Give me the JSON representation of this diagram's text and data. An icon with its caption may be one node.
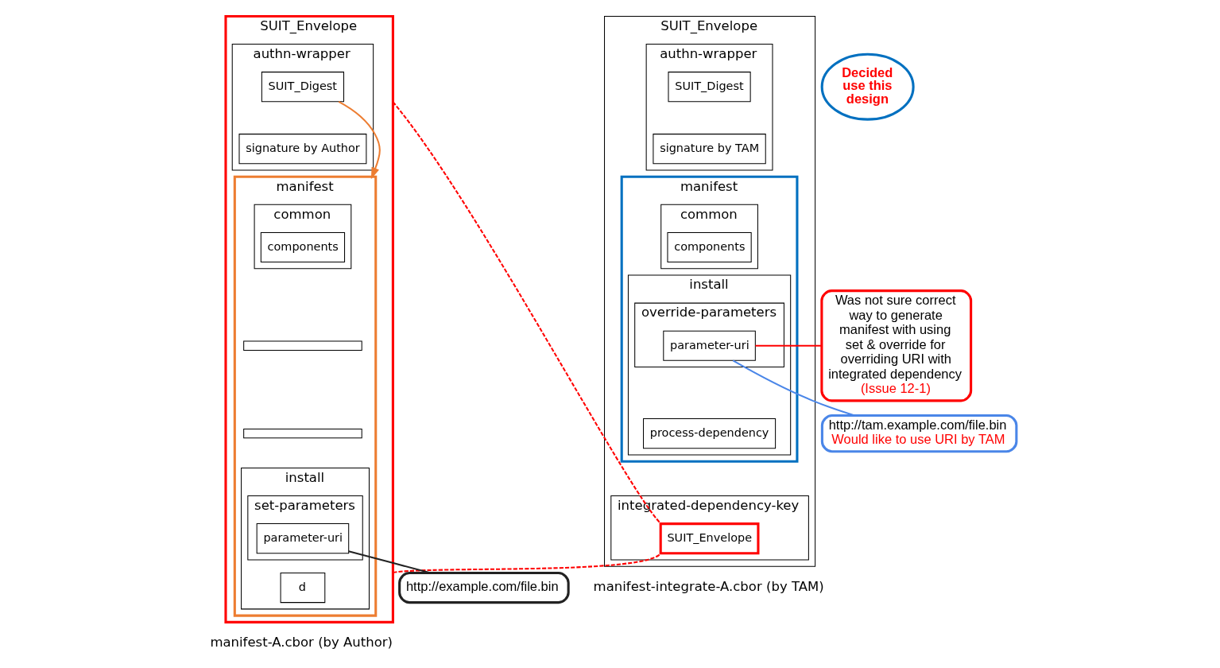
{
  "diagram": {
    "nodes": [
      {
        "text": [
          "SUIT_Envelope"
        ],
        "beside": [
          "manifest-A.cbor (by Author)"
        ]
      },
      {
        "text": [
          "authn-wrapper"
        ],
        "in": 0
      },
      {
        "text": [
          "SUIT_Digest"
        ],
        "in": 1
      },
      {
        "text": [
          "signature by Author"
        ],
        "in": 1
      },
      {
        "text": [
          "manifest"
        ],
        "in": 0
      },
      {
        "text": [
          "common"
        ],
        "in": 4
      },
      {
        "text": [
          "components"
        ],
        "in": 5
      },
      {
        "text": [],
        "shape": "box",
        "in": 4
      },
      {
        "text": [],
        "shape": "box",
        "in": 4
      },
      {
        "text": [
          "install"
        ],
        "in": 4
      },
      {
        "text": [
          "set-parameters"
        ],
        "in": 9
      },
      {
        "text": [
          "parameter-uri"
        ],
        "in": 10
      },
      {
        "text": [
          "d"
        ],
        "in": 9
      },
      {
        "text": [
          "SUIT_Envelope"
        ],
        "beside": [
          "manifest-integrate-A.cbor (by TAM)"
        ]
      },
      {
        "text": [
          "authn-wrapper"
        ],
        "in": 13
      },
      {
        "text": [
          "SUIT_Digest"
        ],
        "in": 14
      },
      {
        "text": [
          "signature by TAM"
        ],
        "in": 14
      },
      {
        "text": [
          "manifest"
        ],
        "in": 13
      },
      {
        "text": [
          "common"
        ],
        "in": 17
      },
      {
        "text": [
          "components"
        ],
        "in": 18
      },
      {
        "text": [
          "install"
        ],
        "in": 17
      },
      {
        "text": [
          "override-parameters"
        ],
        "in": 20
      },
      {
        "text": [
          "parameter-uri"
        ],
        "in": 21
      },
      {
        "text": [
          "process-dependency"
        ],
        "in": 20
      },
      {
        "text": [
          "integrated-dependency-key"
        ],
        "in": 13
      },
      {
        "text": [
          "SUIT_Envelope"
        ],
        "in": 24
      },
      {
        "text": [
          "Decided use this design"
        ]
      },
      {
        "text": [
          "http://example.com/file.bin"
        ]
      },
      {
        "text": [
          "Was not sure correct way to generate manifest with using set & override for overriding URI with integrated dependency",
          "(Issue 12-1)"
        ]
      },
      {
        "text": [
          "http://tam.example.com/file.bin",
          "Would like to use URI by TAM"
        ]
      }
    ],
    "edges": [
      {
        "from": 2,
        "to": 4,
        "arrow": "to",
        "color": "#ed7d31"
      },
      {
        "from": 0,
        "to": 25,
        "arrow": "none",
        "style": "dashed",
        "color": "#ff0000"
      },
      {
        "from": 0,
        "to": 25,
        "arrow": "none",
        "style": "dashed",
        "color": "#ff0000"
      },
      {
        "from": 27,
        "to": 11,
        "arrow": "none",
        "color": "#222222"
      },
      {
        "from": 28,
        "to": 22,
        "arrow": "none",
        "color": "#ff0000"
      },
      {
        "from": 29,
        "to": 22,
        "arrow": "none",
        "color": "#4a86e8"
      }
    ]
  }
}
